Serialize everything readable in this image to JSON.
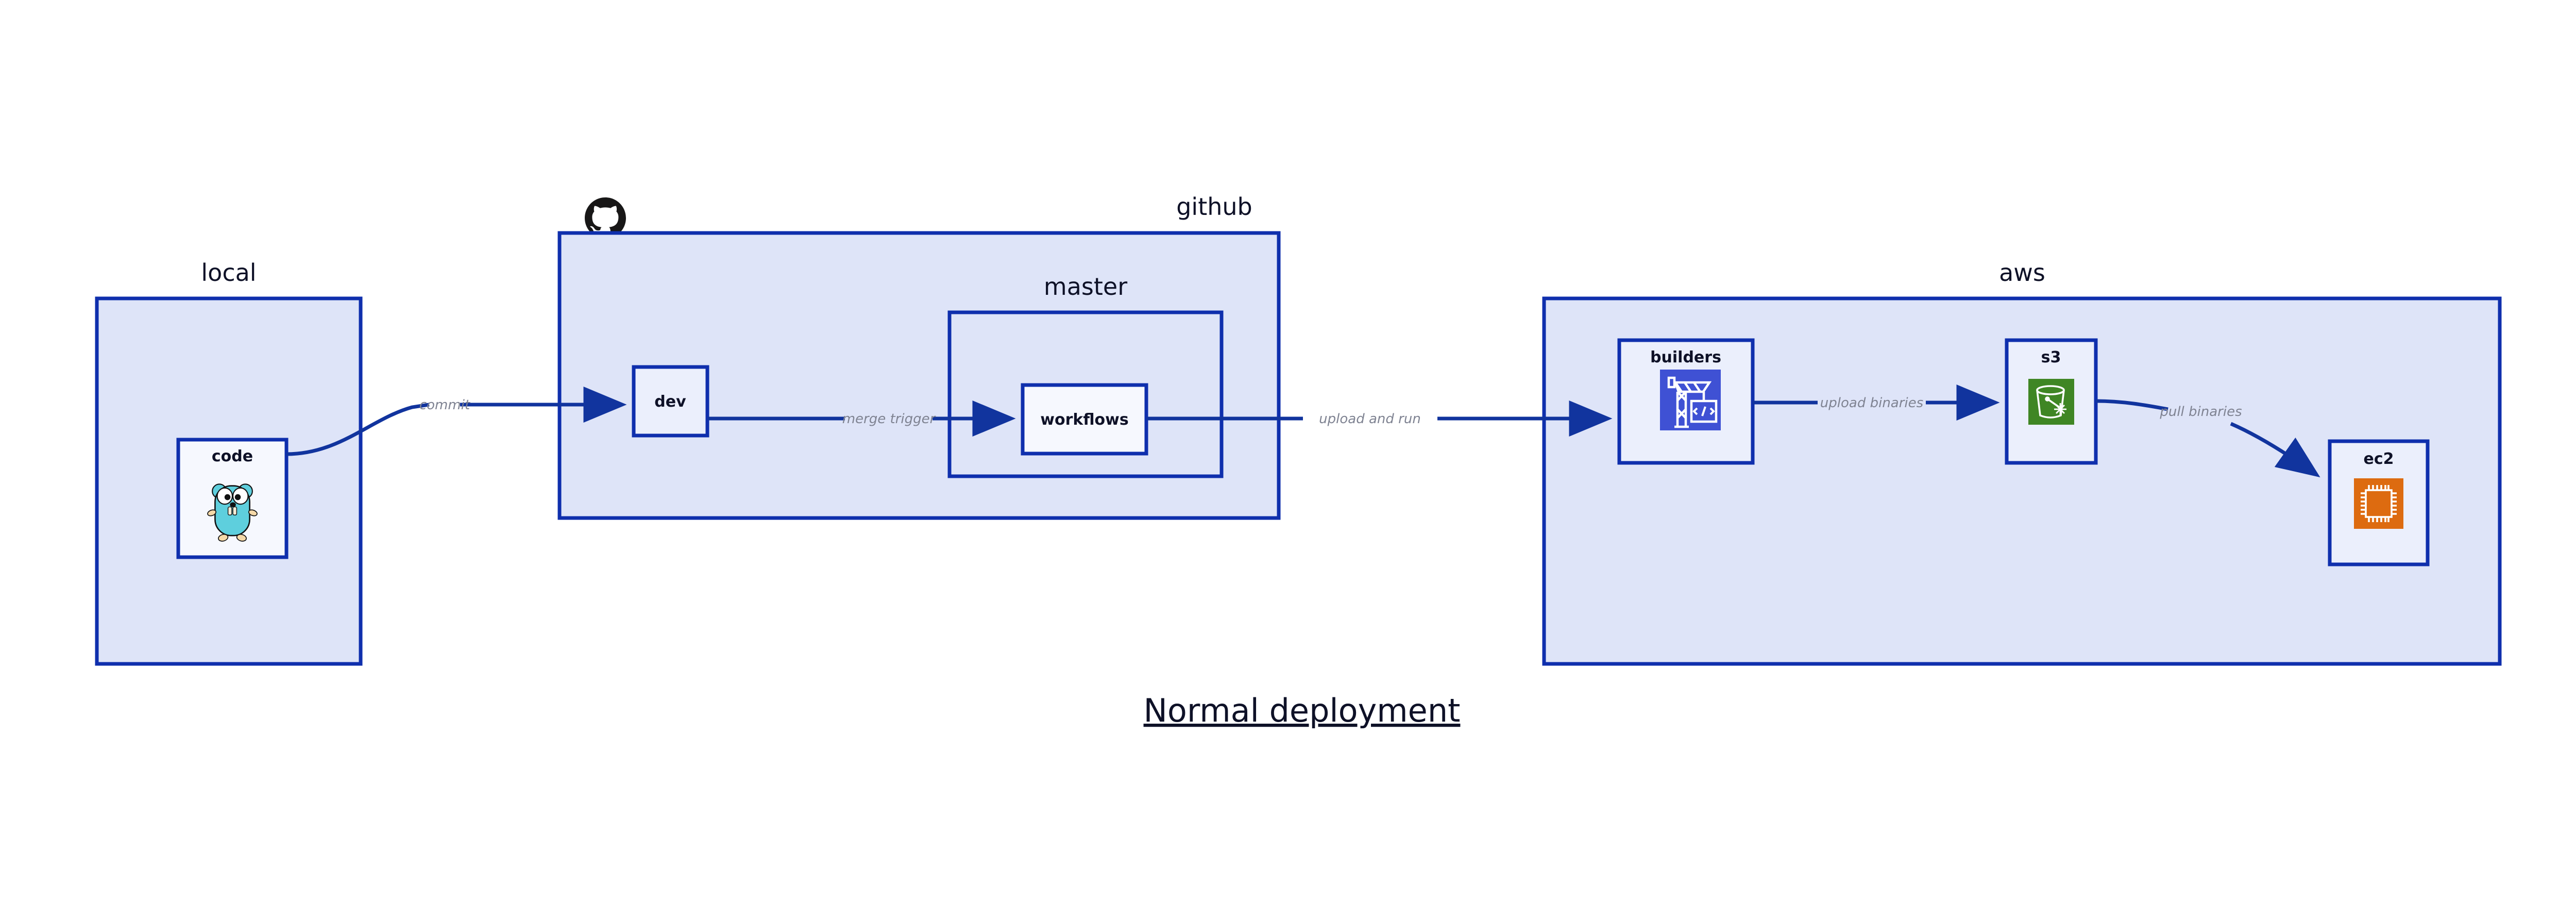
{
  "caption": "Normal deployment",
  "colors": {
    "group_fill": "#dee4f8",
    "group_stroke": "#0f2fad",
    "node_fill": "#ebeffc",
    "node_fill_light": "#f6f8fe",
    "edge_stroke": "#11349e",
    "edge_label": "#7f8392",
    "text": "#0e1127",
    "builders_icon_bg": "#3f51d4",
    "s3_icon_bg": "#3f8624",
    "ec2_icon_bg": "#dd6b10",
    "gopher_body": "#5ecfdd",
    "github_logo": "#181717"
  },
  "groups": [
    {
      "id": "local",
      "label": "local"
    },
    {
      "id": "github",
      "label": "github"
    },
    {
      "id": "master",
      "label": "master"
    },
    {
      "id": "aws",
      "label": "aws"
    }
  ],
  "nodes": [
    {
      "id": "code",
      "label": "code",
      "icon": "gopher-icon"
    },
    {
      "id": "dev",
      "label": "dev",
      "icon": null
    },
    {
      "id": "workflows",
      "label": "workflows",
      "icon": null
    },
    {
      "id": "builders",
      "label": "builders",
      "icon": "crane-code-icon"
    },
    {
      "id": "s3",
      "label": "s3",
      "icon": "bucket-snowflake-icon"
    },
    {
      "id": "ec2",
      "label": "ec2",
      "icon": "cpu-chip-icon"
    }
  ],
  "edges": [
    {
      "id": "commit",
      "from": "code",
      "to": "dev",
      "label": "commit"
    },
    {
      "id": "merge-trigger",
      "from": "dev",
      "to": "workflows",
      "label": "merge trigger"
    },
    {
      "id": "upload-and-run",
      "from": "workflows",
      "to": "builders",
      "label": "upload and run"
    },
    {
      "id": "upload-binaries",
      "from": "builders",
      "to": "s3",
      "label": "upload binaries"
    },
    {
      "id": "pull-binaries",
      "from": "s3",
      "to": "ec2",
      "label": "pull binaries"
    }
  ],
  "icons": {
    "github_logo": "github-mark-icon"
  }
}
